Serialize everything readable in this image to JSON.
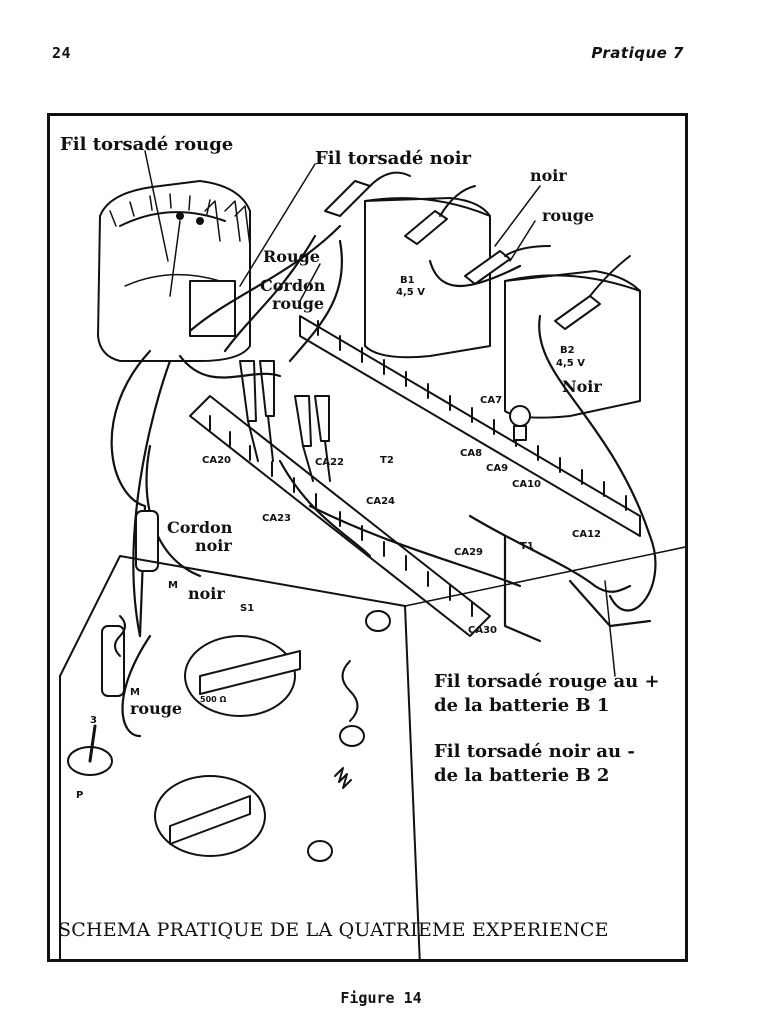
{
  "page": {
    "number": "24",
    "running_title": "Pratique 7",
    "figure_caption": "Figure 14"
  },
  "diagram": {
    "caption": "SCHEMA PRATIQUE DE LA QUATRIEME EXPERIENCE",
    "labels": {
      "fil_torsade_rouge": "Fil torsadé rouge",
      "fil_torsade_noir": "Fil torsadé noir",
      "noir_top": "noir",
      "rouge_top": "rouge",
      "rouge_cap": "Rouge",
      "cordon_rouge_1": "Cordon",
      "cordon_rouge_2": "rouge",
      "noir_b2": "Noir",
      "cordon_noir_1": "Cordon",
      "cordon_noir_2": "noir",
      "noir_mid": "noir",
      "rouge_mid": "rouge",
      "note1_line1": "Fil torsadé rouge au +",
      "note1_line2": "de la batterie B 1",
      "note2_line1": "Fil torsadé noir au -",
      "note2_line2": "de la batterie B 2"
    },
    "tags": {
      "b1": "B1",
      "b1v": "4,5 V",
      "b2": "B2",
      "b2v": "4,5 V",
      "ca7": "CA7",
      "ca8": "CA8",
      "ca9": "CA9",
      "ca10": "CA10",
      "ca12": "CA12",
      "ca20": "CA20",
      "ca22": "CA22",
      "ca23": "CA23",
      "ca24": "CA24",
      "ca29": "CA29",
      "ca30": "CA30",
      "t1": "T1",
      "t2": "T2",
      "s1": "S1",
      "m1": "M",
      "m2": "M",
      "s3": "3",
      "p": "P",
      "ohm": "500 Ω"
    }
  }
}
